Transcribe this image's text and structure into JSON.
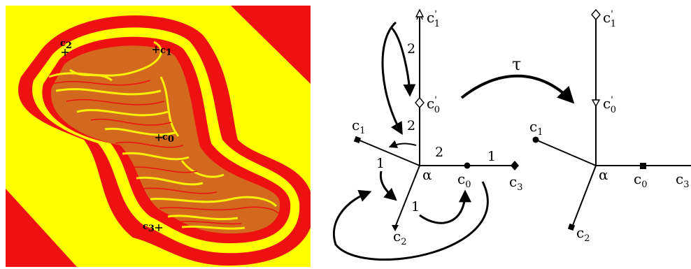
{
  "colors": {
    "red": "#ee1111",
    "yellow": "#ffff00",
    "fractal_core": "#d2691e",
    "ink": "#000000"
  },
  "julia_panel": {
    "labels": {
      "c2": {
        "base": "c",
        "sub": "2"
      },
      "c1": {
        "base": "c",
        "sub": "1"
      },
      "c0": {
        "base": "c",
        "sub": "0"
      },
      "c3": {
        "base": "c",
        "sub": "3"
      }
    }
  },
  "left_tree": {
    "c1_top": {
      "base": "c",
      "sup": "'",
      "sub": "1"
    },
    "c0_top": {
      "base": "c",
      "sup": "'",
      "sub": "0"
    },
    "c1": {
      "base": "c",
      "sub": "1"
    },
    "c0": {
      "base": "c",
      "sub": "0"
    },
    "c2": {
      "base": "c",
      "sub": "2"
    },
    "c3": {
      "base": "c",
      "sub": "3"
    },
    "alpha": "α",
    "edge_labels": {
      "upper": "2",
      "middle": "2",
      "right_diag": "2",
      "right": "1",
      "left": "1",
      "lower": "1"
    }
  },
  "map_label": "τ",
  "right_tree": {
    "c1_top": {
      "base": "c",
      "sup": "'",
      "sub": "1"
    },
    "c0_top": {
      "base": "c",
      "sup": "'",
      "sub": "0"
    },
    "c1": {
      "base": "c",
      "sub": "1"
    },
    "c0": {
      "base": "c",
      "sub": "0"
    },
    "c2": {
      "base": "c",
      "sub": "2"
    },
    "c3": {
      "base": "c",
      "sub": "3"
    },
    "alpha": "α"
  }
}
